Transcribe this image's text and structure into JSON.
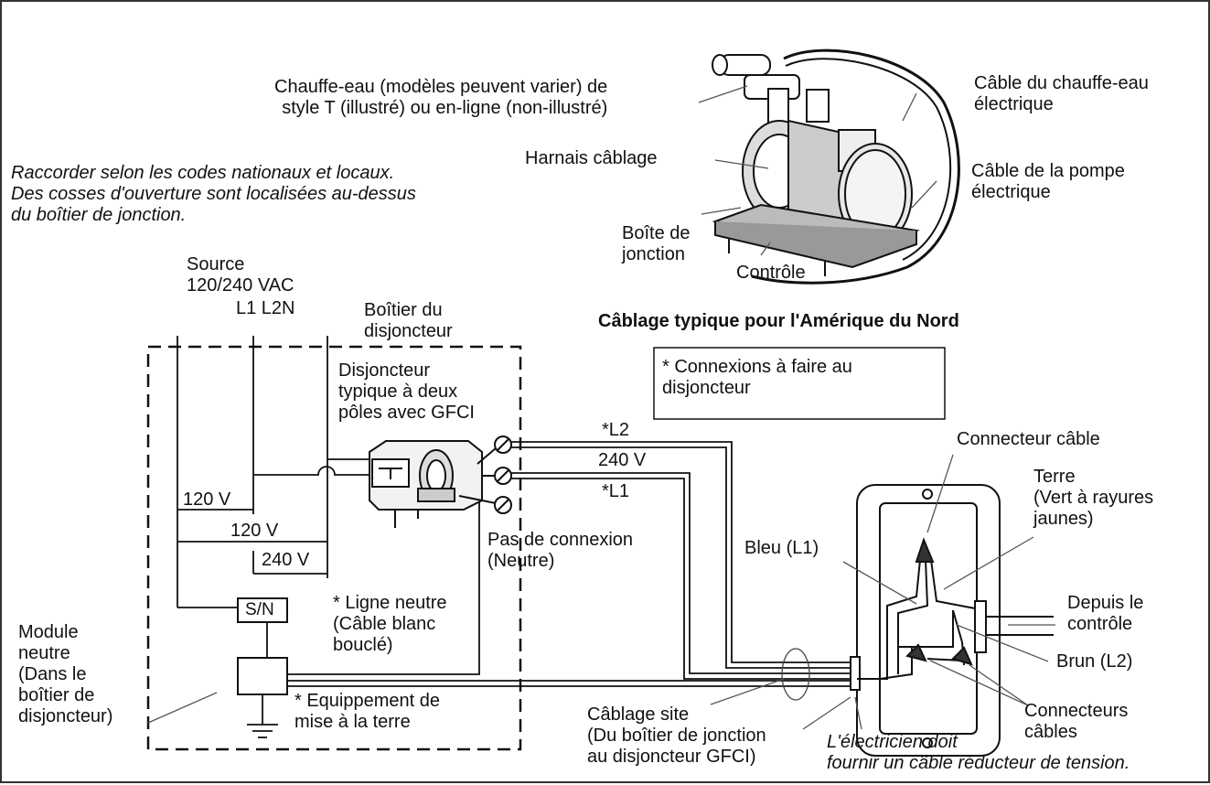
{
  "labels": {
    "heater": "Chauffe-eau (modèles peuvent varier) de\nstyle T (illustré) ou en-ligne (non-illustré)",
    "heater_cable": "Câble du chauffe-eau\nélectrique",
    "harness": "Harnais câblage",
    "pump_cable": "Câble de la pompe\nélectrique",
    "junction_box": "Boîte de\njonction",
    "control": "Contrôle",
    "codes_note": "Raccorder selon les codes nationaux et locaux.\nDes cosses d'ouverture sont localisées au-dessus\ndu boîtier de jonction.",
    "source": "Source\n120/240 VAC",
    "lines": "L1 L2N",
    "breaker_box": "Boîtier du\ndisjoncteur",
    "title": "Câblage typique pour l'Amérique du Nord",
    "breaker": "Disjoncteur\ntypique à deux\npôles avec GFCI",
    "connections_note": "* Connexions à faire au\ndisjoncteur",
    "l2": "*L2",
    "v240_main": "240 V",
    "l1": "*L1",
    "cable_connector": "Connecteur câble",
    "ground": "Terre\n(Vert à rayures\njaunes)",
    "v120_a": "120 V",
    "v120_b": "120 V",
    "v240_b": "240 V",
    "no_connection": "Pas de connexion\n(Neutre)",
    "blue": "Bleu (L1)",
    "from_control": "Depuis le\ncontrôle",
    "sn": "S/N",
    "neutral_line": "* Ligne neutre\n(Câble blanc\nbouclé)",
    "neutral_module": "Module\nneutre\n(Dans le\nboîtier de\ndisjoncteur)",
    "brown": "Brun (L2)",
    "grounding_equipment": "* Equippement de\nmise à la terre",
    "site_wiring": "Câblage site\n(Du boîtier de jonction\nau disjoncteur GFCI)",
    "electrician": "L'électricien doit\nfournir un câble réducteur de tension.",
    "cable_connectors": "Connecteurs\ncâbles"
  },
  "icons": [
    "pump-assembly-drawing",
    "gfci-breaker-drawing",
    "junction-box-drawing",
    "ground-symbol"
  ]
}
